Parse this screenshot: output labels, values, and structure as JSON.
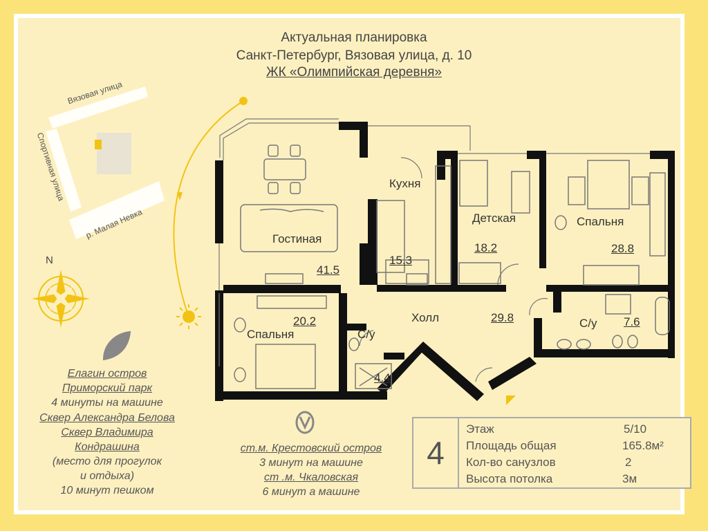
{
  "header": {
    "line1": "Актуальная планировка",
    "line2": "Санкт-Петербург, Вязовая улица, д. 10",
    "line3": "ЖК «Олимпийская деревня»"
  },
  "map": {
    "street1": "Вязовая улица",
    "street2": "Спортивная улица",
    "river": "р. Малая Невка",
    "north": "N"
  },
  "rooms": {
    "living": {
      "name": "Гостиная",
      "area": "41.5"
    },
    "kitchen": {
      "name": "Кухня",
      "area": "15.3"
    },
    "kids": {
      "name": "Детская",
      "area": "18.2"
    },
    "bedroom_big": {
      "name": "Спальня",
      "area": "28.8"
    },
    "bedroom_small": {
      "name": "Спальня",
      "area": "20.2"
    },
    "hall": {
      "name": "Холл",
      "area": "29.8"
    },
    "bath_big": {
      "name": "С/у",
      "area": "7.6"
    },
    "bath_small": {
      "name": "С/у",
      "area": "4.4"
    }
  },
  "park": {
    "l1": "Елагин остров",
    "l2": "Приморский парк",
    "l3": "4 минуты на машине",
    "l4": "Сквер Александра Белова",
    "l5": "Сквер Владимира",
    "l6": "Кондрашина",
    "l7": "(место для прогулок",
    "l8": "и отдыха)",
    "l9": "10 минут пешком"
  },
  "metro": {
    "l1": "ст.м. Крестовский остров",
    "l2": "3 минут на машине",
    "l3": "ст .м. Чкаловская",
    "l4": "6 минут а машине"
  },
  "info": {
    "number": "4",
    "floor_label": "Этаж",
    "floor_value": "5/10",
    "area_label": "Площадь общая",
    "area_value": "165.8м²",
    "bath_label": "Кол-во санузлов",
    "bath_value": "2",
    "height_label": "Высота потолка",
    "height_value": "3м"
  },
  "colors": {
    "background": "#fbe37a",
    "paper": "#fdf0c0",
    "wall": "#111111",
    "sun": "#f2c314"
  }
}
